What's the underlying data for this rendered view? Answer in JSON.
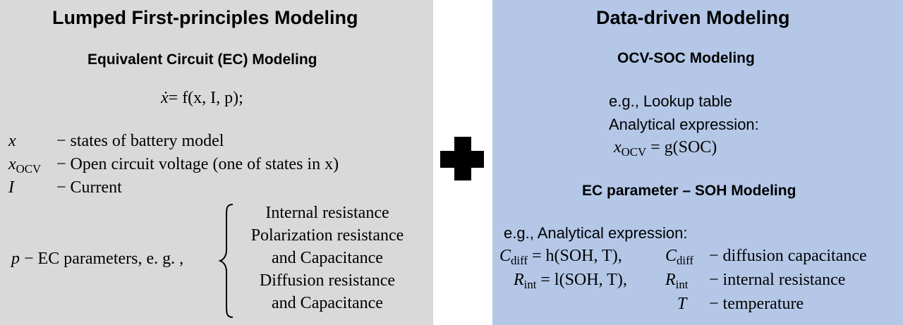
{
  "left": {
    "title": "Lumped First-principles Modeling",
    "subtitle": "Equivalent Circuit (EC) Modeling",
    "state_eq": {
      "lhs": "ẋ",
      "rhs": "= f(x, I, p);"
    },
    "definitions": [
      {
        "symbol": "x",
        "sub": "",
        "desc": "− states of battery model"
      },
      {
        "symbol": "x",
        "sub": "OCV",
        "desc": "− Open circuit voltage  (one of states in x)"
      },
      {
        "symbol": "I",
        "sub": "",
        "desc": "− Current"
      }
    ],
    "param": {
      "symbol": "p",
      "desc": " − EC parameters, e. g. ,"
    },
    "param_list": [
      "Internal resistance",
      "Polarization resistance",
      "and Capacitance",
      "Diffusion resistance",
      "and Capacitance"
    ]
  },
  "right": {
    "title": "Data-driven Modeling",
    "ocv_title": "OCV-SOC Modeling",
    "ocv_eg": "e.g., Lookup table",
    "ocv_expr_label": "Analytical expression:",
    "ocv_eq": {
      "symbol": "x",
      "sub": "OCV",
      "rhs": " = g(SOC)"
    },
    "soh_title": "EC parameter – SOH Modeling",
    "soh_eg": "e.g., Analytical expression:",
    "soh_eqs": [
      {
        "sym": "C",
        "sub": "diff",
        "rhs": " = h(SOH, T),",
        "sym2": "C",
        "sub2": "diff",
        "desc": "− diffusion capacitance"
      },
      {
        "sym": "R",
        "sub": "int",
        "rhs": " = l(SOH, T),",
        "sym2": "R",
        "sub2": "int",
        "desc": "− internal resistance"
      }
    ],
    "temp": {
      "sym": "T",
      "desc": "− temperature"
    }
  },
  "icons": {
    "plus": "plus-icon"
  }
}
